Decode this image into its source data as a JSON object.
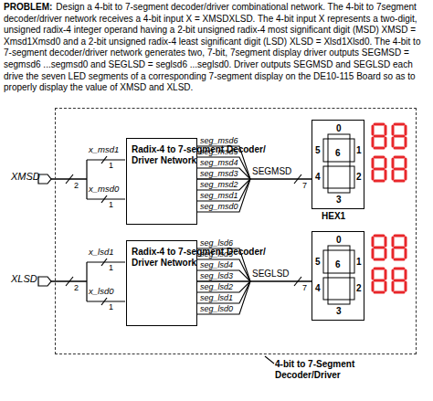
{
  "diagram": {
    "nodes": [
      {
        "text": [
          "4-bit to 7-Segment Decoder/Driver"
        ]
      },
      {
        "text": [
          "Radix-4 to 7-segment Decoder/ Driver Network"
        ],
        "in": 0
      },
      {
        "text": [
          "0",
          "1",
          "2",
          "3",
          "4",
          "5",
          "6"
        ],
        "in": 0
      },
      {
        "text": [
          "Radix-4 to 7-segment Decoder/ Driver Network"
        ],
        "in": 0
      },
      {
        "text": [
          "0",
          "1",
          "2",
          "3",
          "4",
          "5",
          "6"
        ],
        "in": 0
      }
    ],
    "edges": [
      {
        "from": 1,
        "to": 2,
        "arrow": "none",
        "label": "SEGMSD"
      },
      {
        "from": 3,
        "to": 4,
        "arrow": "none",
        "label": "SEGLSD"
      }
    ],
    "labels": [
      "PROBLEM:",
      "Design a 4-bit to 7-segment decoder/driver combinational network. The 4-bit to 7segment decoder/driver network receives a 4-bit input X = XMSDXLSD. The 4-bit input X represents a two-digit, unsigned radix-4 integer operand having a 2-bit unsigned radix-4 most significant digit (MSD) XMSD = Xmsd1Xmsd0 and a 2-bit unsigned radix-4 least significant digit (LSD) XLSD = Xlsd1Xlsd0. The 4-bit to 7-segment decoder/driver network generates two, 7-bit, 7segment display driver outputs SEGMSD = segmsd6 ...segmsd0 and SEGLSD = seglsd6 ...seglsd0. Driver outputs SEGMSD and SEGLSD each drive the seven LED segments of a corresponding 7-segment display on the DE10-115 Board so as to properly display the value of XMSD and XLSD.",
      "XMSD",
      "2",
      "x_msd1",
      "1",
      "x_msd0",
      "1",
      "seg_msd6",
      "seg_msd5",
      "seg_msd4",
      "seg_msd3",
      "seg_msd2",
      "seg_msd1",
      "seg_msd0",
      "7",
      "HEX1",
      "XLSD",
      "2",
      "x_lsd1",
      "1",
      "x_lsd0",
      "1",
      "seg_lsd6",
      "seg_lsd5",
      "seg_lsd4",
      "seg_lsd3",
      "seg_lsd2",
      "seg_lsd1",
      "seg_lsd0",
      "7"
    ]
  }
}
